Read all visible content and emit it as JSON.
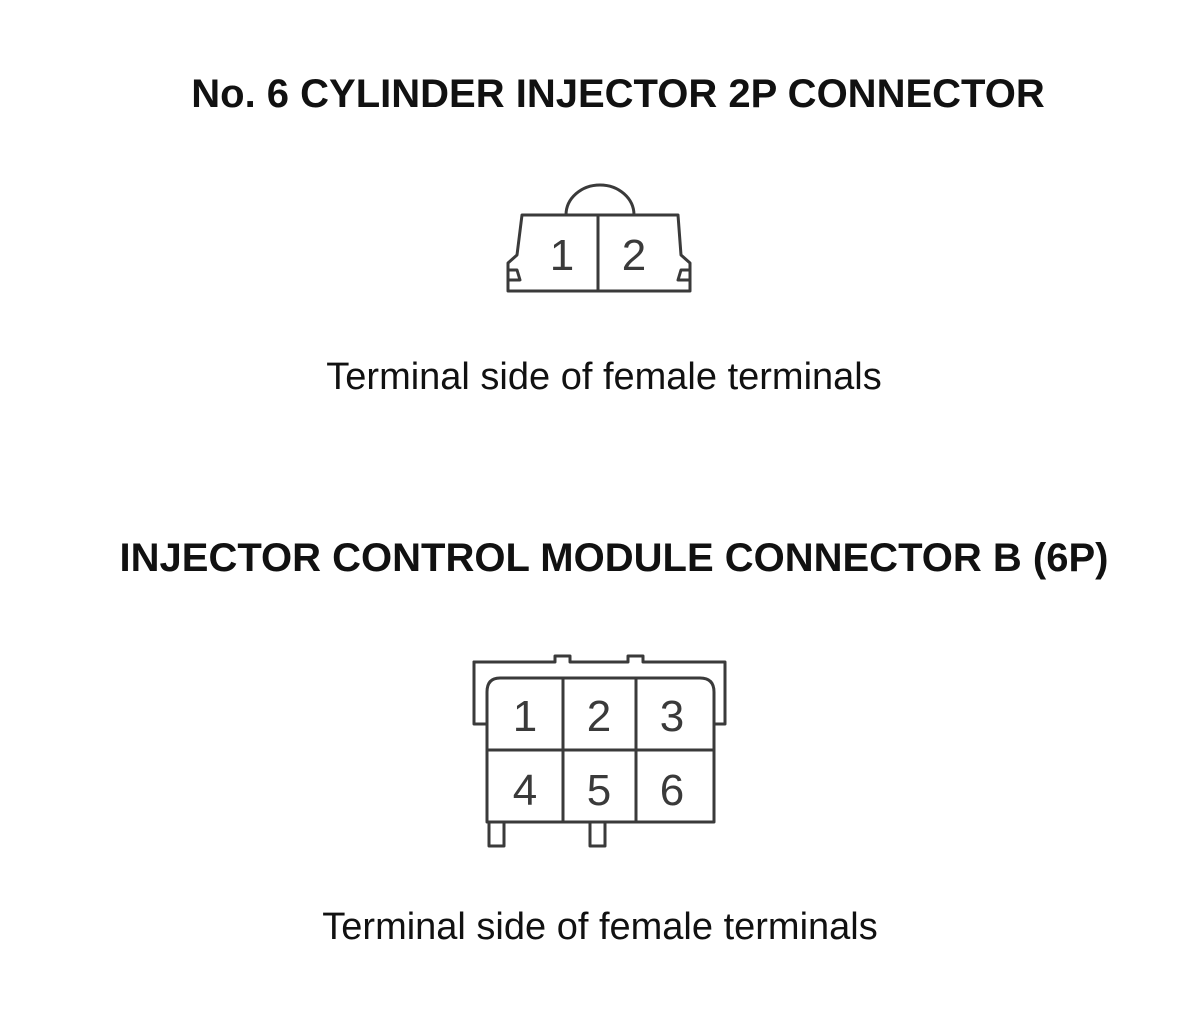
{
  "connectors": [
    {
      "title": "No. 6 CYLINDER INJECTOR 2P CONNECTOR",
      "caption": "Terminal side of female terminals",
      "pins": [
        "1",
        "2"
      ]
    },
    {
      "title": "INJECTOR CONTROL MODULE CONNECTOR B (6P)",
      "caption": "Terminal side of female terminals",
      "pins": [
        "1",
        "2",
        "3",
        "4",
        "5",
        "6"
      ]
    }
  ],
  "colors": {
    "line": "#3a3a3a",
    "text": "#111111",
    "background": "#ffffff"
  }
}
